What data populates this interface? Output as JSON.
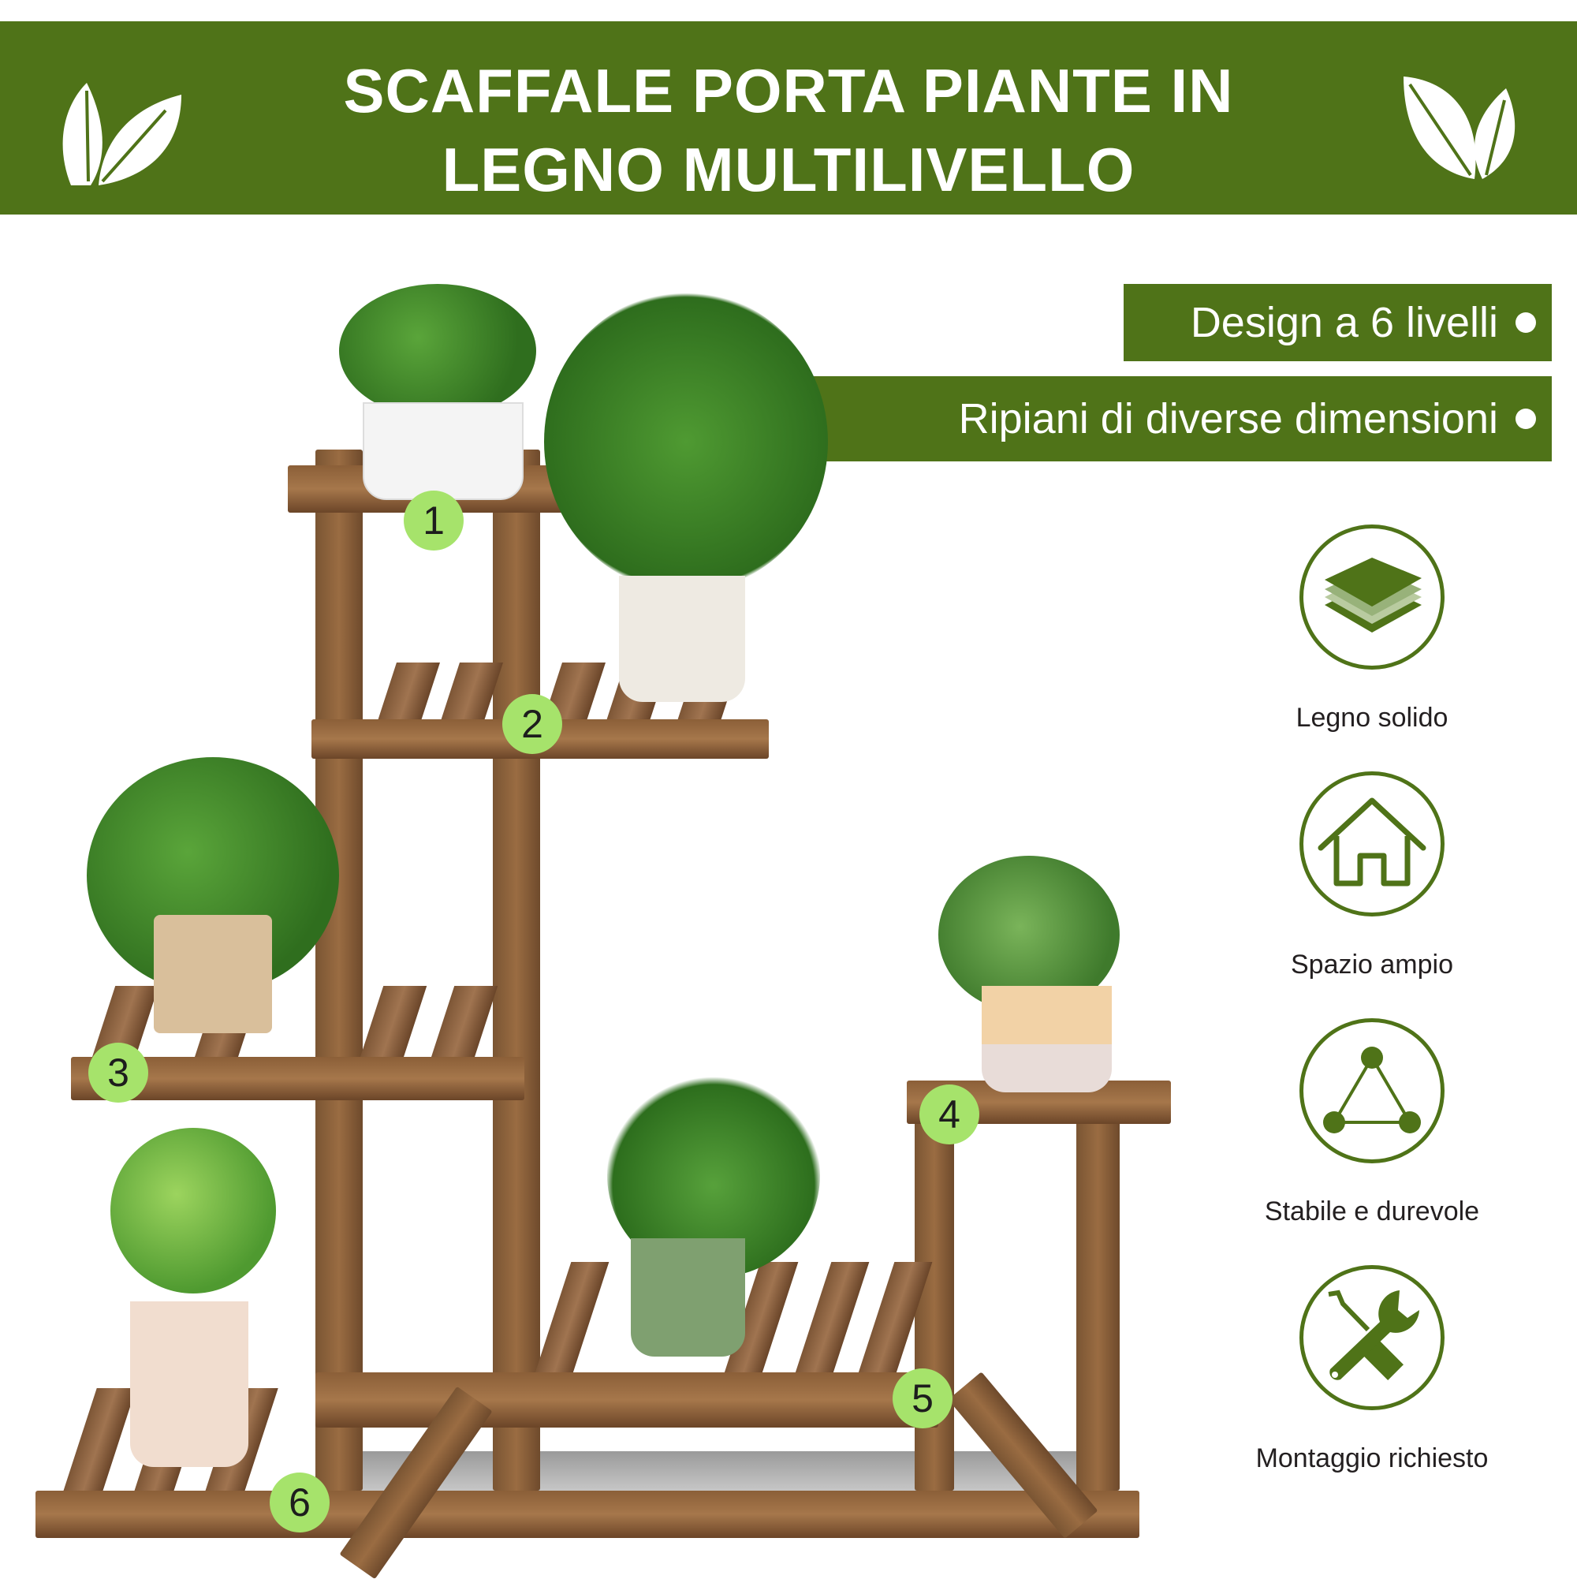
{
  "header": {
    "title_line1": "SCAFFALE PORTA PIANTE IN",
    "title_line2": "LEGNO MULTILIVELLO",
    "background_color": "#4f7318",
    "left_icon": "leaf-icon",
    "right_icon": "leaf-icon"
  },
  "badges": [
    {
      "text": "Design a 6 livelli",
      "bullet": "dot-icon"
    },
    {
      "text": "Ripiani di diverse dimensioni",
      "bullet": "dot-icon"
    }
  ],
  "features": [
    {
      "icon": "layers-icon",
      "label": "Legno solido"
    },
    {
      "icon": "house-icon",
      "label": "Spazio ampio"
    },
    {
      "icon": "triangle-nodes-icon",
      "label": "Stabile e durevole"
    },
    {
      "icon": "wrench-screwdriver-icon",
      "label": "Montaggio richiesto"
    }
  ],
  "product": {
    "description": "Wooden multi-level plant stand with six potted plants",
    "shelf_markers": [
      "1",
      "2",
      "3",
      "4",
      "5",
      "6"
    ],
    "marker_color": "#a6e36b"
  },
  "colors": {
    "accent_green": "#4f7318",
    "marker_green": "#a6e36b",
    "text_dark": "#231f20"
  }
}
